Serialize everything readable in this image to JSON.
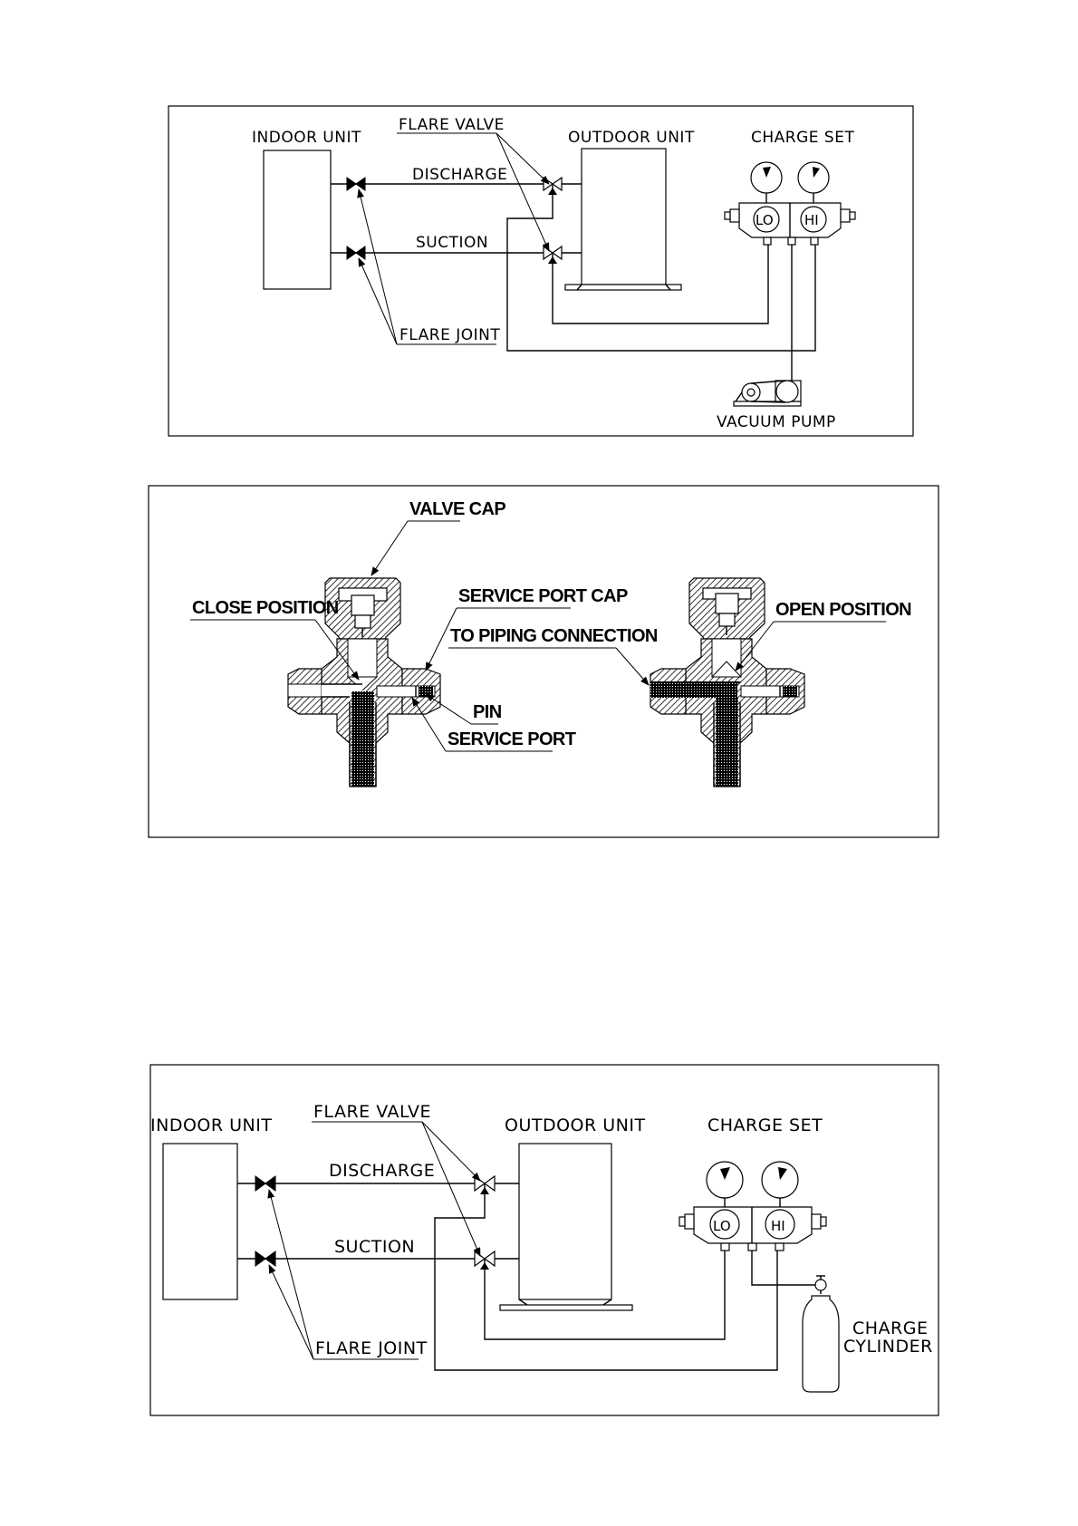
{
  "diagram_vacuum": {
    "indoor_unit": "INDOOR UNIT",
    "flare_valve": "FLARE VALVE",
    "outdoor_unit": "OUTDOOR UNIT",
    "charge_set": "CHARGE SET",
    "discharge": "DISCHARGE",
    "suction": "SUCTION",
    "flare_joint": "FLARE JOINT",
    "vacuum_pump": "VACUUM PUMP",
    "gauge_lo": "LO",
    "gauge_hi": "HI"
  },
  "diagram_valve": {
    "valve_cap": "VALVE CAP",
    "close_position": "CLOSE POSITION",
    "service_port_cap": "SERVICE PORT CAP",
    "to_piping_connection": "TO PIPING CONNECTION",
    "pin": "PIN",
    "service_port": "SERVICE PORT",
    "open_position": "OPEN POSITION"
  },
  "diagram_charge": {
    "indoor_unit": "INDOOR UNIT",
    "flare_valve": "FLARE VALVE",
    "outdoor_unit": "OUTDOOR UNIT",
    "charge_set": "CHARGE SET",
    "discharge": "DISCHARGE",
    "suction": "SUCTION",
    "flare_joint": "FLARE JOINT",
    "charge_cylinder_line1": "CHARGE",
    "charge_cylinder_line2": "CYLINDER",
    "gauge_lo": "LO",
    "gauge_hi": "HI"
  }
}
